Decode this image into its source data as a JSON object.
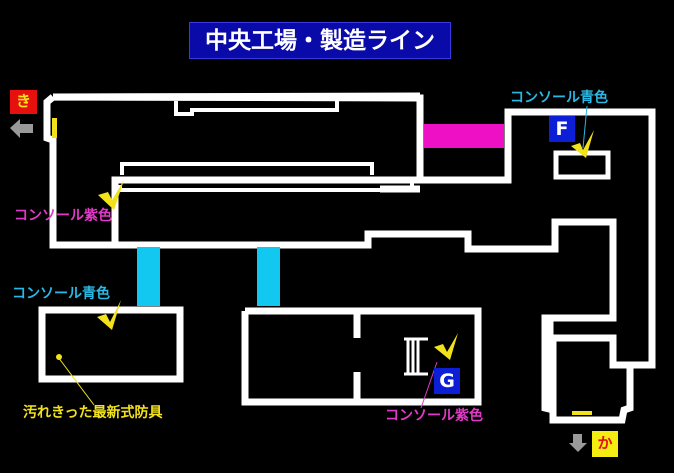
{
  "title": "中央工場・製造ライン",
  "exits": [
    {
      "id": "ki",
      "label": "き",
      "arrow": "arrow-left",
      "bg": "#e8100e",
      "fg": "#f8e21a"
    },
    {
      "id": "ka",
      "label": "か",
      "arrow": "arrow-down",
      "bg": "#f5ec12",
      "fg": "#e2121a"
    }
  ],
  "markers": [
    {
      "id": "F",
      "label": "F"
    },
    {
      "id": "G",
      "label": "G"
    }
  ],
  "annotations": [
    {
      "id": "console-purple-upper-left",
      "text": "コンソール紫色",
      "color": "#e23ac8"
    },
    {
      "id": "console-blue-left",
      "text": "コンソール青色",
      "color": "#29b9e6"
    },
    {
      "id": "item-armor",
      "text": "汚れきった最新式防具",
      "color": "#f2e21c"
    },
    {
      "id": "console-blue-upper-right",
      "text": "コンソール青色",
      "color": "#29b9e6"
    },
    {
      "id": "console-purple-lower",
      "text": "コンソール紫色",
      "color": "#e23ac8"
    }
  ],
  "colors": {
    "wall": "#ffffff",
    "floor": "#000000",
    "door_magenta": "#ee10c4",
    "door_cyan": "#12c8f0",
    "check": "#f2e21c",
    "title_bg": "#0a0aa8"
  }
}
